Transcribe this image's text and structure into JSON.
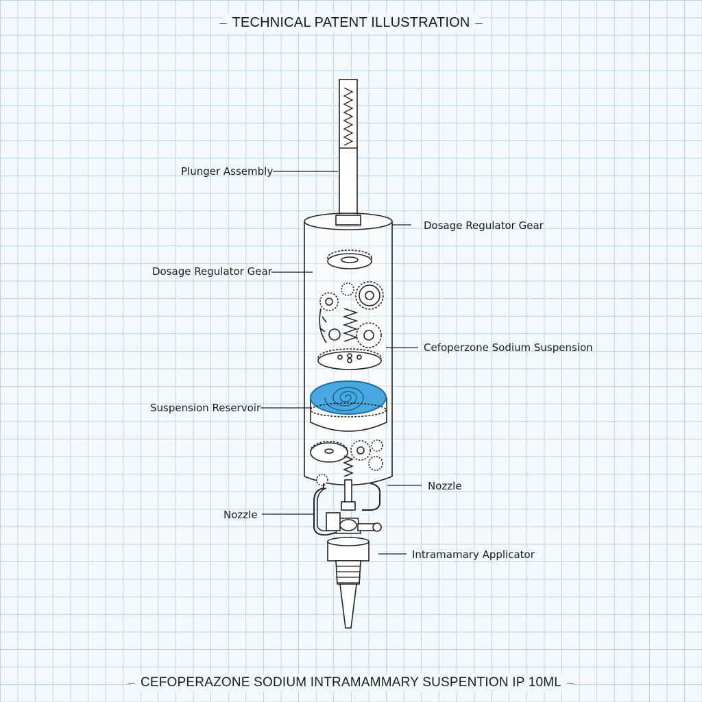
{
  "header": {
    "title": "TECHNICAL PATENT ILLUSTRATION"
  },
  "footer": {
    "caption": "CEFOPERAZONE SODIUM INTRAMAMMARY SUSPENTION IP 10ML"
  },
  "labels": {
    "plunger_assembly": "Plunger Assembly",
    "dosage_regulator_gear_right": "Dosage Regulator Gear",
    "dosage_regulator_gear_left": "Dosage Regulator Gear",
    "cefoperazone_suspension": "Cefoperzone Sodium Suspension",
    "suspension_reservoir": "Suspension Reservoir",
    "nozzle_right": "Nozzle",
    "nozzle_left": "Nozzle",
    "intramamary_applicator": "Intramamary Applicator"
  },
  "colors": {
    "grid": "#b9d2e6",
    "background": "#f4f8fb",
    "reservoir_fill": "#4aa8e0",
    "line": "#222222"
  }
}
